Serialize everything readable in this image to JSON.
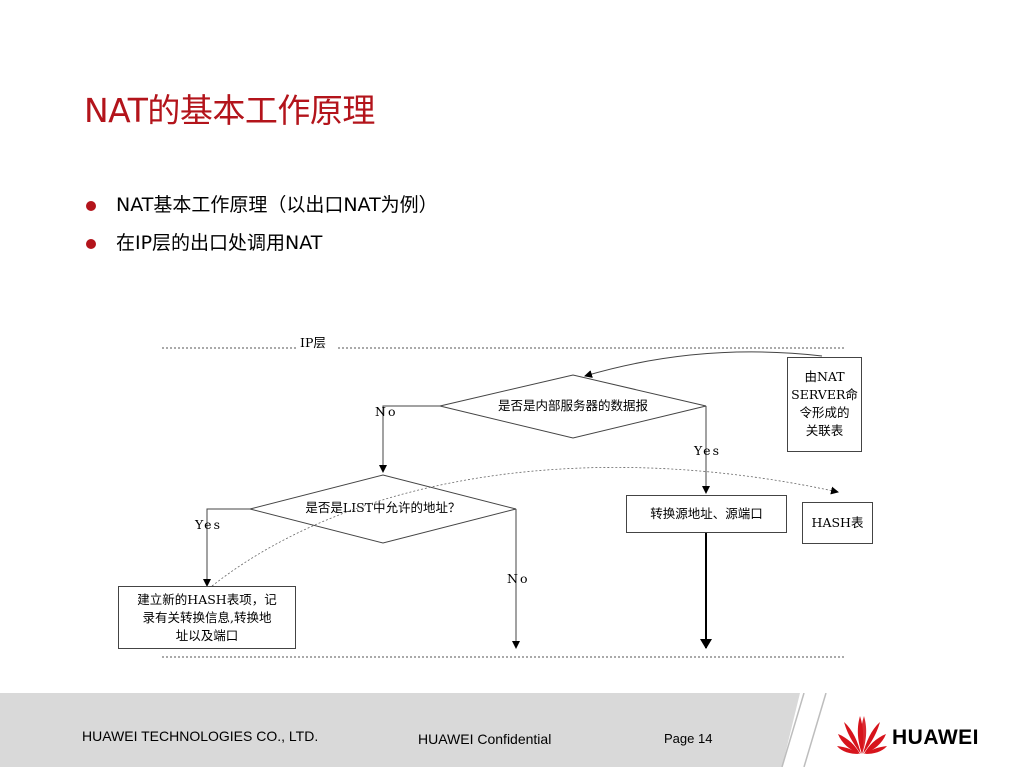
{
  "slide": {
    "title": "NAT的基本工作原理",
    "bullets": [
      "NAT基本工作原理（以出口NAT为例）",
      "在IP层的出口处调用NAT"
    ]
  },
  "diagram": {
    "layer_label": "IP层",
    "decision1": "是否是内部服务器的数据报",
    "decision1_no": "No",
    "decision1_yes": "Yes",
    "decision2": "是否是LIST中允许的地址？",
    "decision2_yes": "Yes",
    "decision2_no": "No",
    "nat_server_box": [
      "由NAT",
      "SERVER命",
      "令形成的",
      "关联表"
    ],
    "translate_box": "转换源地址、源端口",
    "hash_box": "HASH表",
    "new_entry_box": [
      "建立新的HASH表项，记",
      "录有关转换信息,转换地",
      "址以及端口"
    ]
  },
  "footer": {
    "company": "HUAWEI TECHNOLOGIES CO., LTD.",
    "confidential": "HUAWEI Confidential",
    "page": "Page 14",
    "logo_text": "HUAWEI",
    "brand_color": "#b3141b"
  }
}
